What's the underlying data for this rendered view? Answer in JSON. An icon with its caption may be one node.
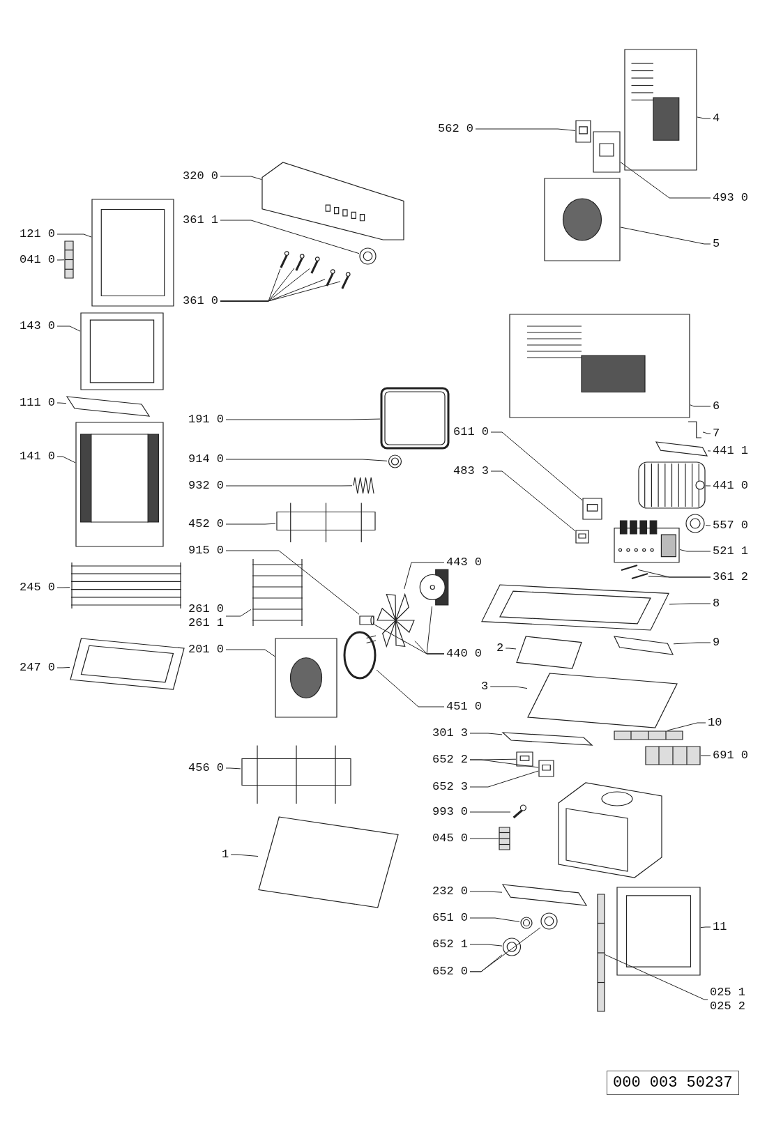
{
  "diagram": {
    "nodes": [
      {
        "text": [
          "562 0"
        ]
      },
      {
        "text": [],
        "shape": "picture"
      },
      {
        "text": [
          "4"
        ]
      },
      {
        "text": [],
        "shape": "picture"
      },
      {
        "text": [],
        "shape": "picture"
      },
      {
        "text": [
          "493 0"
        ]
      },
      {
        "text": [],
        "shape": "picture"
      },
      {
        "text": [
          "5"
        ]
      },
      {
        "text": [
          "320 0"
        ]
      },
      {
        "text": [],
        "shape": "picture"
      },
      {
        "text": [
          "361 1"
        ]
      },
      {
        "text": [],
        "shape": "picture"
      },
      {
        "text": [
          "361 0"
        ]
      },
      {
        "text": [],
        "shape": "picture"
      },
      {
        "text": [],
        "shape": "picture"
      },
      {
        "text": [],
        "shape": "picture"
      },
      {
        "text": [],
        "shape": "picture"
      },
      {
        "text": [],
        "shape": "picture"
      },
      {
        "text": [
          "121 0"
        ]
      },
      {
        "text": [],
        "shape": "picture"
      },
      {
        "text": [
          "041 0"
        ]
      },
      {
        "text": [],
        "shape": "picture"
      },
      {
        "text": [
          "143 0"
        ]
      },
      {
        "text": [],
        "shape": "picture"
      },
      {
        "text": [
          "111 0"
        ]
      },
      {
        "text": [],
        "shape": "picture"
      },
      {
        "text": [
          "141 0"
        ]
      },
      {
        "text": [],
        "shape": "picture"
      },
      {
        "text": [
          "245 0"
        ]
      },
      {
        "text": [],
        "shape": "picture"
      },
      {
        "text": [
          "247 0"
        ]
      },
      {
        "text": [],
        "shape": "picture"
      },
      {
        "text": [
          "191 0"
        ]
      },
      {
        "text": [],
        "shape": "picture"
      },
      {
        "text": [
          "914 0"
        ]
      },
      {
        "text": [],
        "shape": "picture"
      },
      {
        "text": [
          "932 0"
        ]
      },
      {
        "text": [],
        "shape": "picture"
      },
      {
        "text": [
          "452 0"
        ]
      },
      {
        "text": [],
        "shape": "picture"
      },
      {
        "text": [
          "915 0"
        ]
      },
      {
        "text": [],
        "shape": "picture"
      },
      {
        "text": [
          "443 0"
        ]
      },
      {
        "text": [],
        "shape": "picture"
      },
      {
        "text": [],
        "shape": "picture"
      },
      {
        "text": [
          "440 0"
        ]
      },
      {
        "text": [
          "261 0",
          "261 1"
        ]
      },
      {
        "text": [],
        "shape": "picture"
      },
      {
        "text": [
          "201 0"
        ]
      },
      {
        "text": [],
        "shape": "picture"
      },
      {
        "text": [
          "451 0"
        ]
      },
      {
        "text": [],
        "shape": "picture"
      },
      {
        "text": [
          "456 0"
        ]
      },
      {
        "text": [],
        "shape": "picture"
      },
      {
        "text": [
          "1"
        ]
      },
      {
        "text": [],
        "shape": "picture"
      },
      {
        "text": [
          "6"
        ]
      },
      {
        "text": [],
        "shape": "picture"
      },
      {
        "text": [
          "7"
        ]
      },
      {
        "text": [],
        "shape": "picture"
      },
      {
        "text": [
          "441 1"
        ]
      },
      {
        "text": [],
        "shape": "picture"
      },
      {
        "text": [
          "441 0"
        ]
      },
      {
        "text": [],
        "shape": "picture"
      },
      {
        "text": [
          "611 0"
        ]
      },
      {
        "text": [],
        "shape": "picture"
      },
      {
        "text": [
          "483 3"
        ]
      },
      {
        "text": [],
        "shape": "picture"
      },
      {
        "text": [
          "557 0"
        ]
      },
      {
        "text": [],
        "shape": "picture"
      },
      {
        "text": [
          "521 1"
        ]
      },
      {
        "text": [],
        "shape": "picture"
      },
      {
        "text": [
          "361 2"
        ]
      },
      {
        "text": [],
        "shape": "picture"
      },
      {
        "text": [],
        "shape": "picture"
      },
      {
        "text": [
          "8"
        ]
      },
      {
        "text": [],
        "shape": "picture"
      },
      {
        "text": [
          "2"
        ]
      },
      {
        "text": [],
        "shape": "picture"
      },
      {
        "text": [
          "9"
        ]
      },
      {
        "text": [],
        "shape": "picture"
      },
      {
        "text": [
          "3"
        ]
      },
      {
        "text": [],
        "shape": "picture"
      },
      {
        "text": [
          "10"
        ]
      },
      {
        "text": [],
        "shape": "picture"
      },
      {
        "text": [
          "301 3"
        ]
      },
      {
        "text": [],
        "shape": "picture"
      },
      {
        "text": [
          "691 0"
        ]
      },
      {
        "text": [],
        "shape": "picture"
      },
      {
        "text": [
          "652 2"
        ]
      },
      {
        "text": [],
        "shape": "picture"
      },
      {
        "text": [],
        "shape": "picture"
      },
      {
        "text": [
          "652 3"
        ]
      },
      {
        "text": [
          "993 0"
        ]
      },
      {
        "text": [],
        "shape": "picture"
      },
      {
        "text": [
          "045 0"
        ]
      },
      {
        "text": [],
        "shape": "picture"
      },
      {
        "text": [
          "232 0"
        ]
      },
      {
        "text": [],
        "shape": "picture"
      },
      {
        "text": [
          "651 0"
        ]
      },
      {
        "text": [],
        "shape": "picture"
      },
      {
        "text": [],
        "shape": "picture"
      },
      {
        "text": [
          "652 1"
        ]
      },
      {
        "text": [],
        "shape": "picture"
      },
      {
        "text": [
          "652 0"
        ]
      },
      {
        "text": [
          "11"
        ]
      },
      {
        "text": [],
        "shape": "picture"
      },
      {
        "text": [
          "025 1",
          "025 2"
        ]
      },
      {
        "text": [],
        "shape": "picture"
      }
    ],
    "edges": [
      {
        "from": 0,
        "to": 1,
        "arrow": "none"
      },
      {
        "from": 2,
        "to": 3,
        "arrow": "none"
      },
      {
        "from": 5,
        "to": 4,
        "arrow": "none"
      },
      {
        "from": 7,
        "to": 6,
        "arrow": "none"
      },
      {
        "from": 8,
        "to": 9,
        "arrow": "none"
      },
      {
        "from": 10,
        "to": 11,
        "arrow": "none"
      },
      {
        "from": 12,
        "to": 13,
        "arrow": "none"
      },
      {
        "from": 12,
        "to": 14,
        "arrow": "none"
      },
      {
        "from": 12,
        "to": 15,
        "arrow": "none"
      },
      {
        "from": 12,
        "to": 16,
        "arrow": "none"
      },
      {
        "from": 12,
        "to": 17,
        "arrow": "none"
      },
      {
        "from": 18,
        "to": 19,
        "arrow": "none"
      },
      {
        "from": 20,
        "to": 21,
        "arrow": "none"
      },
      {
        "from": 22,
        "to": 23,
        "arrow": "none"
      },
      {
        "from": 24,
        "to": 25,
        "arrow": "none"
      },
      {
        "from": 26,
        "to": 27,
        "arrow": "none"
      },
      {
        "from": 28,
        "to": 29,
        "arrow": "none"
      },
      {
        "from": 30,
        "to": 31,
        "arrow": "none"
      },
      {
        "from": 32,
        "to": 33,
        "arrow": "none"
      },
      {
        "from": 34,
        "to": 35,
        "arrow": "none"
      },
      {
        "from": 36,
        "to": 37,
        "arrow": "none"
      },
      {
        "from": 38,
        "to": 39,
        "arrow": "none"
      },
      {
        "from": 40,
        "to": 41,
        "arrow": "none"
      },
      {
        "from": 42,
        "to": 43,
        "arrow": "none"
      },
      {
        "from": 45,
        "to": 41,
        "arrow": "none"
      },
      {
        "from": 45,
        "to": 43,
        "arrow": "none"
      },
      {
        "from": 45,
        "to": 44,
        "arrow": "none"
      },
      {
        "from": 46,
        "to": 47,
        "arrow": "none"
      },
      {
        "from": 48,
        "to": 49,
        "arrow": "none"
      },
      {
        "from": 50,
        "to": 51,
        "arrow": "none"
      },
      {
        "from": 52,
        "to": 53,
        "arrow": "none"
      },
      {
        "from": 54,
        "to": 55,
        "arrow": "none"
      },
      {
        "from": 56,
        "to": 57,
        "arrow": "none"
      },
      {
        "from": 58,
        "to": 59,
        "arrow": "none"
      },
      {
        "from": 60,
        "to": 61,
        "arrow": "none"
      },
      {
        "from": 62,
        "to": 63,
        "arrow": "none"
      },
      {
        "from": 64,
        "to": 65,
        "arrow": "none"
      },
      {
        "from": 66,
        "to": 67,
        "arrow": "none"
      },
      {
        "from": 68,
        "to": 69,
        "arrow": "none"
      },
      {
        "from": 70,
        "to": 71,
        "arrow": "none"
      },
      {
        "from": 72,
        "to": 73,
        "arrow": "none"
      },
      {
        "from": 72,
        "to": 74,
        "arrow": "none"
      },
      {
        "from": 75,
        "to": 76,
        "arrow": "none"
      },
      {
        "from": 77,
        "to": 78,
        "arrow": "none"
      },
      {
        "from": 79,
        "to": 80,
        "arrow": "none"
      },
      {
        "from": 81,
        "to": 82,
        "arrow": "none"
      },
      {
        "from": 83,
        "to": 84,
        "arrow": "none"
      },
      {
        "from": 85,
        "to": 86,
        "arrow": "none"
      },
      {
        "from": 87,
        "to": 88,
        "arrow": "none"
      },
      {
        "from": 89,
        "to": 90,
        "arrow": "none"
      },
      {
        "from": 89,
        "to": 91,
        "arrow": "none"
      },
      {
        "from": 92,
        "to": 91,
        "arrow": "none"
      },
      {
        "from": 93,
        "to": 94,
        "arrow": "none"
      },
      {
        "from": 95,
        "to": 96,
        "arrow": "none"
      },
      {
        "from": 97,
        "to": 98,
        "arrow": "none"
      },
      {
        "from": 99,
        "to": 100,
        "arrow": "none"
      },
      {
        "from": 102,
        "to": 103,
        "arrow": "none"
      },
      {
        "from": 104,
        "to": 103,
        "arrow": "none"
      },
      {
        "from": 104,
        "to": 101,
        "arrow": "none"
      },
      {
        "from": 105,
        "to": 106,
        "arrow": "none"
      },
      {
        "from": 107,
        "to": 108,
        "arrow": "none"
      }
    ],
    "labels": [
      "000 003 50237"
    ]
  }
}
